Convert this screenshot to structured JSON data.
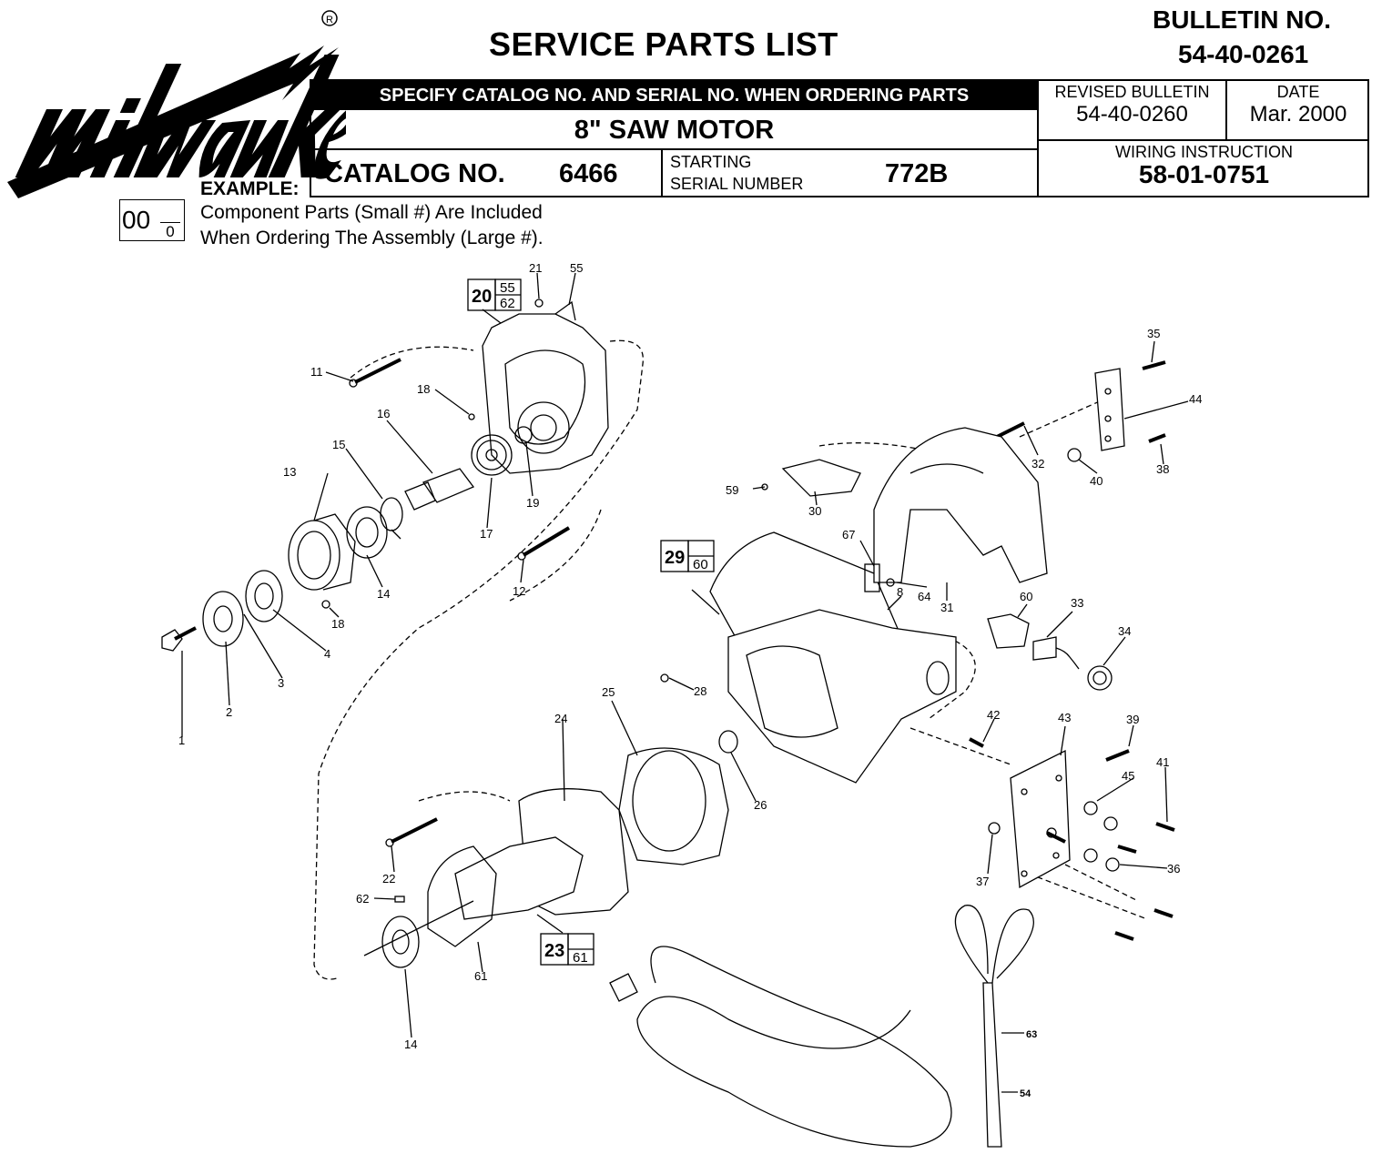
{
  "brand": "Milwaukee",
  "title": "SERVICE PARTS LIST",
  "bulletin": {
    "label": "BULLETIN NO.",
    "number": "54-40-0261"
  },
  "header": {
    "specify": "SPECIFY CATALOG NO. AND SERIAL NO. WHEN ORDERING PARTS",
    "model": "8\" SAW MOTOR",
    "catalog_label": "CATALOG NO.",
    "catalog_no": "6466",
    "serial_label_1": "STARTING",
    "serial_label_2": "SERIAL NUMBER",
    "serial_no": "772B",
    "revised_label": "REVISED BULLETIN",
    "revised_no": "54-40-0260",
    "date_label": "DATE",
    "date_value": "Mar. 2000",
    "wiring_label": "WIRING INSTRUCTION",
    "wiring_no": "58-01-0751"
  },
  "example": {
    "label": "EXAMPLE:",
    "large": "00",
    "small": "0",
    "note_1": "Component Parts (Small #) Are Included",
    "note_2": "When Ordering The Assembly (Large #)."
  },
  "assemblies": [
    {
      "number": "20",
      "components": [
        "55",
        "62"
      ]
    },
    {
      "number": "29",
      "components": [
        "",
        "60"
      ]
    },
    {
      "number": "23",
      "components": [
        "",
        "61"
      ]
    }
  ],
  "part_callouts": [
    "1",
    "2",
    "3",
    "4",
    "8",
    "11",
    "12",
    "13",
    "14",
    "14",
    "15",
    "16",
    "17",
    "18",
    "18",
    "19",
    "21",
    "22",
    "24",
    "25",
    "26",
    "28",
    "30",
    "31",
    "32",
    "33",
    "34",
    "35",
    "36",
    "37",
    "38",
    "39",
    "40",
    "41",
    "42",
    "43",
    "44",
    "45",
    "54",
    "55",
    "59",
    "60",
    "61",
    "62",
    "63",
    "64",
    "67"
  ]
}
